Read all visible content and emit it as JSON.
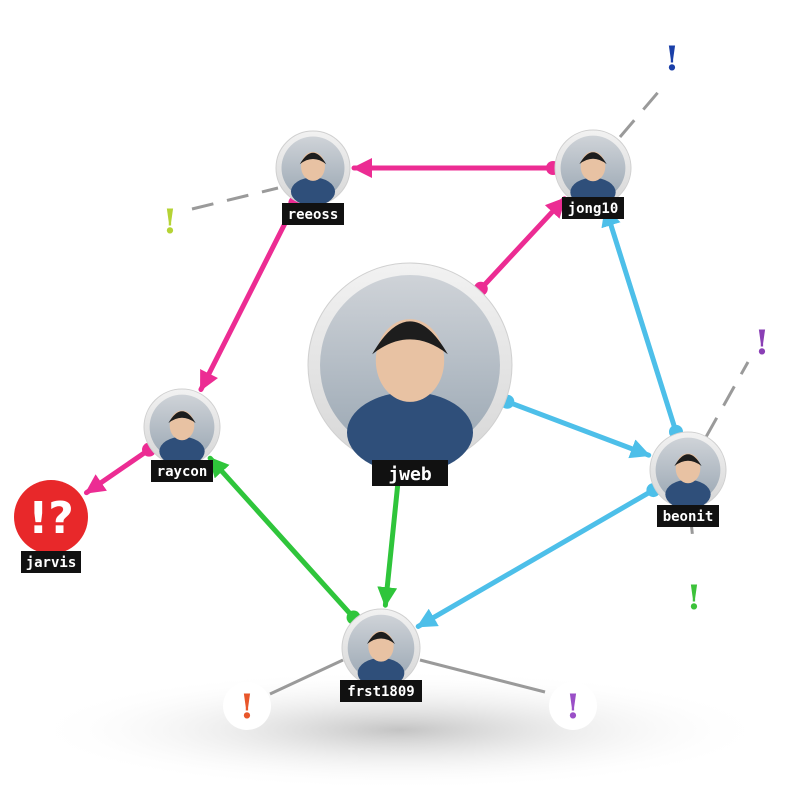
{
  "colors": {
    "pink": "#ec2c93",
    "blue": "#4dbfe9",
    "green": "#2fc53b",
    "gray": "#9a9a9a",
    "unknown": "#e8282a",
    "label_bg": "#111111",
    "label_fg": "#ffffff"
  },
  "nodes": [
    {
      "id": "jweb",
      "label": "jweb",
      "center": true
    },
    {
      "id": "reeoss",
      "label": "reeoss"
    },
    {
      "id": "jong10",
      "label": "jong10"
    },
    {
      "id": "raycon",
      "label": "raycon"
    },
    {
      "id": "beonit",
      "label": "beonit"
    },
    {
      "id": "frst1809",
      "label": "frst1809"
    },
    {
      "id": "jarvis",
      "label": "jarvis",
      "unknown": true,
      "symbol": "!?"
    }
  ],
  "edges": [
    {
      "from": "jong10",
      "to": "reeoss",
      "color": "pink"
    },
    {
      "from": "jweb",
      "to": "jong10",
      "color": "pink"
    },
    {
      "from": "reeoss",
      "to": "raycon",
      "color": "pink"
    },
    {
      "from": "raycon",
      "to": "jarvis",
      "color": "pink"
    },
    {
      "from": "jweb",
      "to": "beonit",
      "color": "blue"
    },
    {
      "from": "beonit",
      "to": "jong10",
      "color": "blue"
    },
    {
      "from": "beonit",
      "to": "frst1809",
      "color": "blue"
    },
    {
      "from": "jweb",
      "to": "frst1809",
      "color": "green"
    },
    {
      "from": "frst1809",
      "to": "raycon",
      "color": "green"
    }
  ],
  "marks": [
    {
      "id": "m1",
      "symbol": "!",
      "color": "#1a3fa8",
      "near": "jong10"
    },
    {
      "id": "m2",
      "symbol": "!",
      "color": "#b5d335",
      "near": "reeoss"
    },
    {
      "id": "m3",
      "symbol": "!",
      "color": "#8a3fb5",
      "near": "beonit"
    },
    {
      "id": "m4",
      "symbol": "!",
      "color": "#3cc23a",
      "near": "beonit"
    },
    {
      "id": "m5",
      "symbol": "!",
      "color": "#e8562a",
      "near": "frst1809"
    },
    {
      "id": "m6",
      "symbol": "!",
      "color": "#9a4fc7",
      "near": "frst1809"
    }
  ]
}
